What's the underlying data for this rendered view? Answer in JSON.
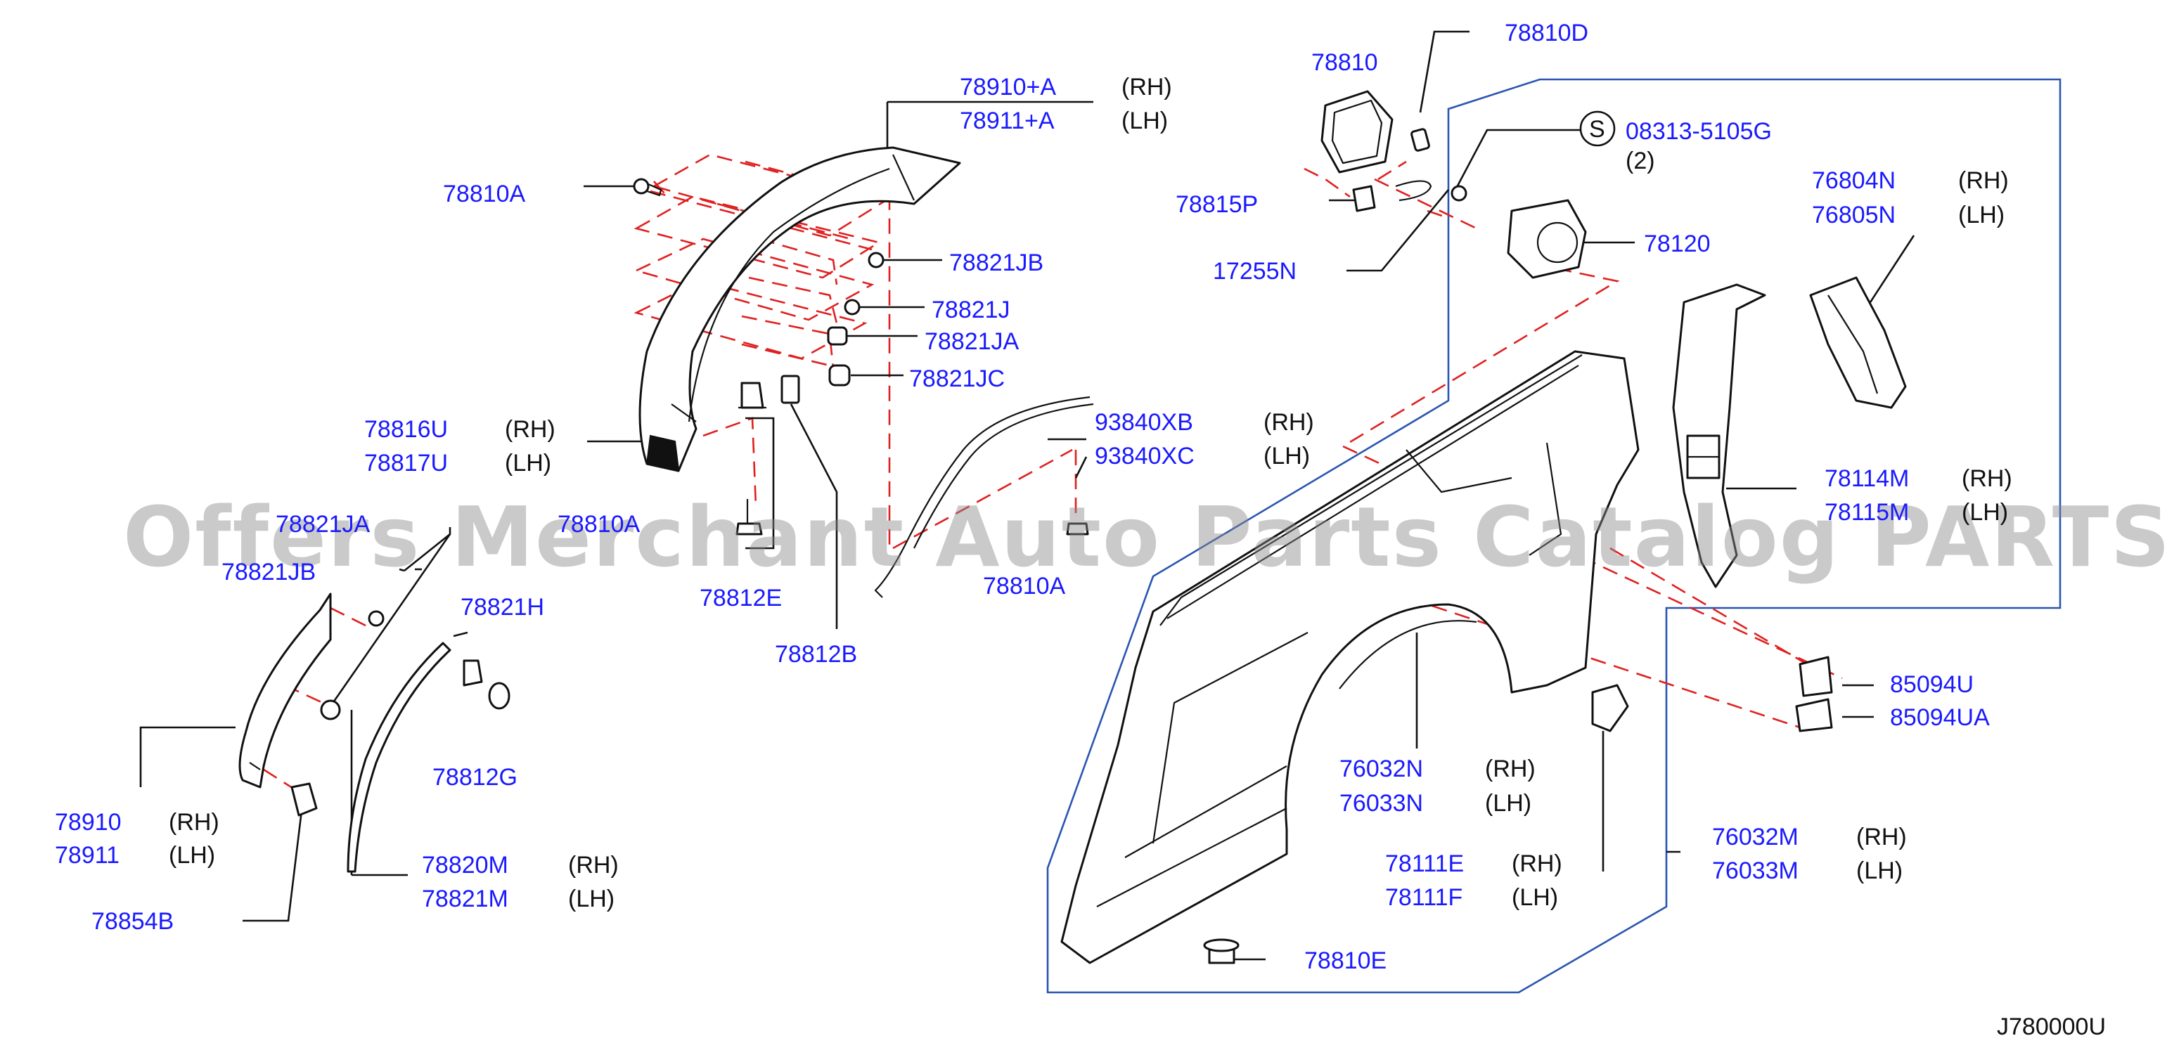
{
  "callouts": {
    "c78910a": "78910+A",
    "c78910a_side": "(RH)",
    "c78911a": "78911+A",
    "c78911a_side": "(LH)",
    "c78810a_1": "78810A",
    "c78821jb_1": "78821JB",
    "c78821j": "78821J",
    "c78821ja_1": "78821JA",
    "c78821jc": "78821JC",
    "c78816u": "78816U",
    "c78816u_side": "(RH)",
    "c78817u": "78817U",
    "c78817u_side": "(LH)",
    "c78821ja_2": "78821JA",
    "c78810a_2": "78810A",
    "c78821jb_2": "78821JB",
    "c78812e": "78812E",
    "c78812b": "78812B",
    "c93840xb": "93840XB",
    "c93840xb_side": "(RH)",
    "c93840xc": "93840XC",
    "c93840xc_side": "(LH)",
    "c78810a_3": "78810A",
    "c78821h": "78821H",
    "c78812g": "78812G",
    "c78910": "78910",
    "c78910_side": "(RH)",
    "c78911": "78911",
    "c78911_side": "(LH)",
    "c78854b": "78854B",
    "c78820m": "78820M",
    "c78820m_side": "(RH)",
    "c78821m": "78821M",
    "c78821m_side": "(LH)",
    "c78810": "78810",
    "c78810d": "78810D",
    "c78815p": "78815P",
    "c17255n": "17255N",
    "screw_symbol": "S",
    "c08313": "08313-5105G",
    "c08313_qty": "(2)",
    "c78120": "78120",
    "c76804n": "76804N",
    "c76804n_side": "(RH)",
    "c76805n": "76805N",
    "c76805n_side": "(LH)",
    "c78114m": "78114M",
    "c78114m_side": "(RH)",
    "c78115m": "78115M",
    "c78115m_side": "(LH)",
    "c85094u": "85094U",
    "c85094ua": "85094UA",
    "c76032n": "76032N",
    "c76032n_side": "(RH)",
    "c76033n": "76033N",
    "c76033n_side": "(LH)",
    "c78111e": "78111E",
    "c78111e_side": "(RH)",
    "c78111f": "78111F",
    "c78111f_side": "(LH)",
    "c76032m": "76032M",
    "c76032m_side": "(RH)",
    "c76033m": "76033M",
    "c76033m_side": "(LH)",
    "c78810e": "78810E"
  },
  "diagram_code": "J780000U",
  "watermark": "Offers Merchant Auto Parts Catalog PARTSTORE.SA",
  "colors": {
    "part_number": "#1a1aff",
    "leader": "#111111",
    "dashed_guide": "#e02020",
    "group_outline": "#2a55b0",
    "watermark": "#8a8a8a"
  }
}
